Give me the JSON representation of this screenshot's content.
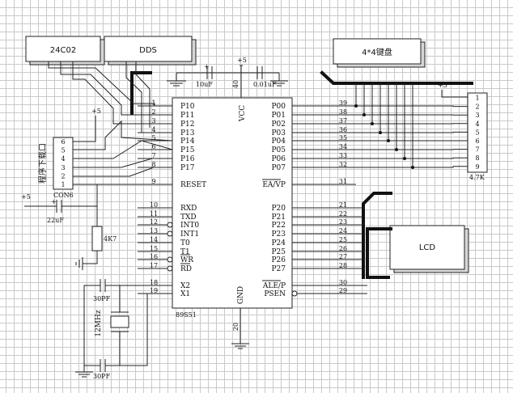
{
  "blocks": {
    "eeprom": "24C02",
    "dds": "DDS",
    "keypad": "4*4键盘",
    "lcd": "LCD"
  },
  "chip": {
    "name": "89S51",
    "vcc_label": "VCC",
    "vcc_pin": "40",
    "gnd_label": "GND",
    "gnd_pin": "20",
    "left_pins": [
      {
        "num": "1",
        "name": "P10"
      },
      {
        "num": "2",
        "name": "P11"
      },
      {
        "num": "3",
        "name": "P12"
      },
      {
        "num": "4",
        "name": "P13"
      },
      {
        "num": "5",
        "name": "P14"
      },
      {
        "num": "6",
        "name": "P15"
      },
      {
        "num": "7",
        "name": "P16"
      },
      {
        "num": "8",
        "name": "P17"
      },
      {
        "num": "9",
        "name": "RESET"
      },
      {
        "num": "10",
        "name": "RXD"
      },
      {
        "num": "11",
        "name": "TXD"
      },
      {
        "num": "12",
        "name": "INT0"
      },
      {
        "num": "13",
        "name": "INT1"
      },
      {
        "num": "14",
        "name": "T0"
      },
      {
        "num": "15",
        "name": "T1"
      },
      {
        "num": "16",
        "name": "WR"
      },
      {
        "num": "17",
        "name": "RD"
      },
      {
        "num": "18",
        "name": "X2"
      },
      {
        "num": "19",
        "name": "X1"
      }
    ],
    "right_pins": [
      {
        "num": "39",
        "name": "P00"
      },
      {
        "num": "38",
        "name": "P01"
      },
      {
        "num": "37",
        "name": "P02"
      },
      {
        "num": "36",
        "name": "P03"
      },
      {
        "num": "35",
        "name": "P04"
      },
      {
        "num": "34",
        "name": "P05"
      },
      {
        "num": "33",
        "name": "P06"
      },
      {
        "num": "32",
        "name": "P07"
      },
      {
        "num": "31",
        "name": "EA/VP"
      },
      {
        "num": "21",
        "name": "P20"
      },
      {
        "num": "22",
        "name": "P21"
      },
      {
        "num": "23",
        "name": "P22"
      },
      {
        "num": "24",
        "name": "P23"
      },
      {
        "num": "25",
        "name": "P24"
      },
      {
        "num": "26",
        "name": "P25"
      },
      {
        "num": "27",
        "name": "P26"
      },
      {
        "num": "28",
        "name": "P27"
      },
      {
        "num": "30",
        "name": "ALE/P"
      },
      {
        "num": "29",
        "name": "PSEN"
      }
    ]
  },
  "power": {
    "plus5": "+5",
    "cap_vcc_1": "10uF",
    "cap_vcc_2": "0.01uF",
    "reset_cap": "22uF",
    "reset_res": "4K7"
  },
  "crystal": {
    "freq": "12MHz",
    "cap_top": "30PF",
    "cap_bottom": "30PF"
  },
  "con6": {
    "name": "CON6",
    "title": "程序下载口",
    "pins": [
      "6",
      "5",
      "4",
      "3",
      "2",
      "1"
    ]
  },
  "resnet": {
    "value": "4.7K",
    "pins": [
      "1",
      "2",
      "3",
      "4",
      "5",
      "6",
      "7",
      "8",
      "9"
    ]
  }
}
